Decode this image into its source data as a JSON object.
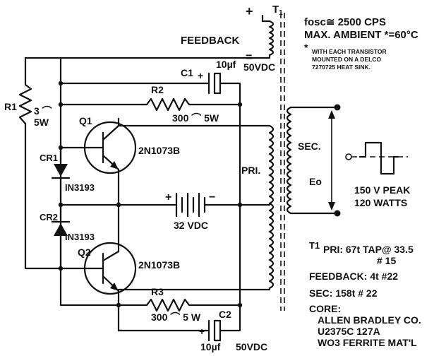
{
  "title": {
    "t1": "T",
    "t1_sub": "1",
    "fosc": "fosc≅ 2500 CPS",
    "max_ambient": "MAX. AMBIENT *=60°C",
    "note_line1": "WITH EACH TRANSISTOR",
    "note_line2": "MOUNTED ON A DELCO",
    "note_line3": "7270725 HEAT SINK.",
    "note_star": "*"
  },
  "labels": {
    "feedback": "FEEDBACK",
    "plus_top": "+",
    "minus_top": "=",
    "c1": "C1",
    "c1_value": "10µf",
    "c1_voltage": "50VDC",
    "r2": "R2",
    "r2_value": "300 ⌒ 5W",
    "r1": "R1",
    "r1_value_a": "3 ⌒",
    "r1_value_b": "5W",
    "q1": "Q1",
    "q1_part": "2N1073B",
    "cr1": "CR1",
    "cr1_part": "IN3193",
    "battery_plus": "+",
    "battery_minus": "−",
    "battery": "32 VDC",
    "cr2": "CR2",
    "cr2_part": "IN3193",
    "q2": "Q2",
    "q2_part": "2N1073B",
    "r3": "R3",
    "r3_value": "300 ⌒ 5 W",
    "c2": "C2",
    "c2_value": "10µf",
    "c2_voltage": "50VDC",
    "c_plus": "+",
    "pri": "PRI.",
    "sec": "SEC.",
    "eo": "Eo",
    "output_peak": "150 V PEAK",
    "output_watts": "120 WATTS"
  },
  "specs": {
    "t1": "T1",
    "pri": "PRI: 67t  TAP@ 33.5",
    "pri_wire": "# 15",
    "feedback": "FEEDBACK: 4t #22",
    "sec": "SEC: 158t # 22",
    "core": "CORE:",
    "core_line1": "ALLEN BRADLEY CO.",
    "core_line2": "U2375C  127A",
    "core_line3": "WO3 FERRITE MAT'L"
  }
}
